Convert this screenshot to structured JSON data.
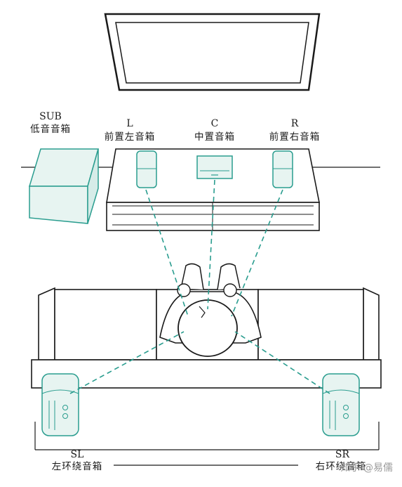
{
  "speakers": {
    "sub": {
      "code": "SUB",
      "name": "低音音箱"
    },
    "left": {
      "code": "L",
      "name": "前置左音箱"
    },
    "center": {
      "code": "C",
      "name": "中置音箱"
    },
    "right": {
      "code": "R",
      "name": "前置右音箱"
    },
    "surround_left": {
      "code": "SL",
      "name": "左环绕音箱"
    },
    "surround_right": {
      "code": "SR",
      "name": "右环绕音箱"
    }
  },
  "watermark": "知乎 @易儒",
  "colors": {
    "line": "#1a1a1a",
    "accent": "#2a9d8f",
    "accent_fill": "#e7f4f1"
  }
}
